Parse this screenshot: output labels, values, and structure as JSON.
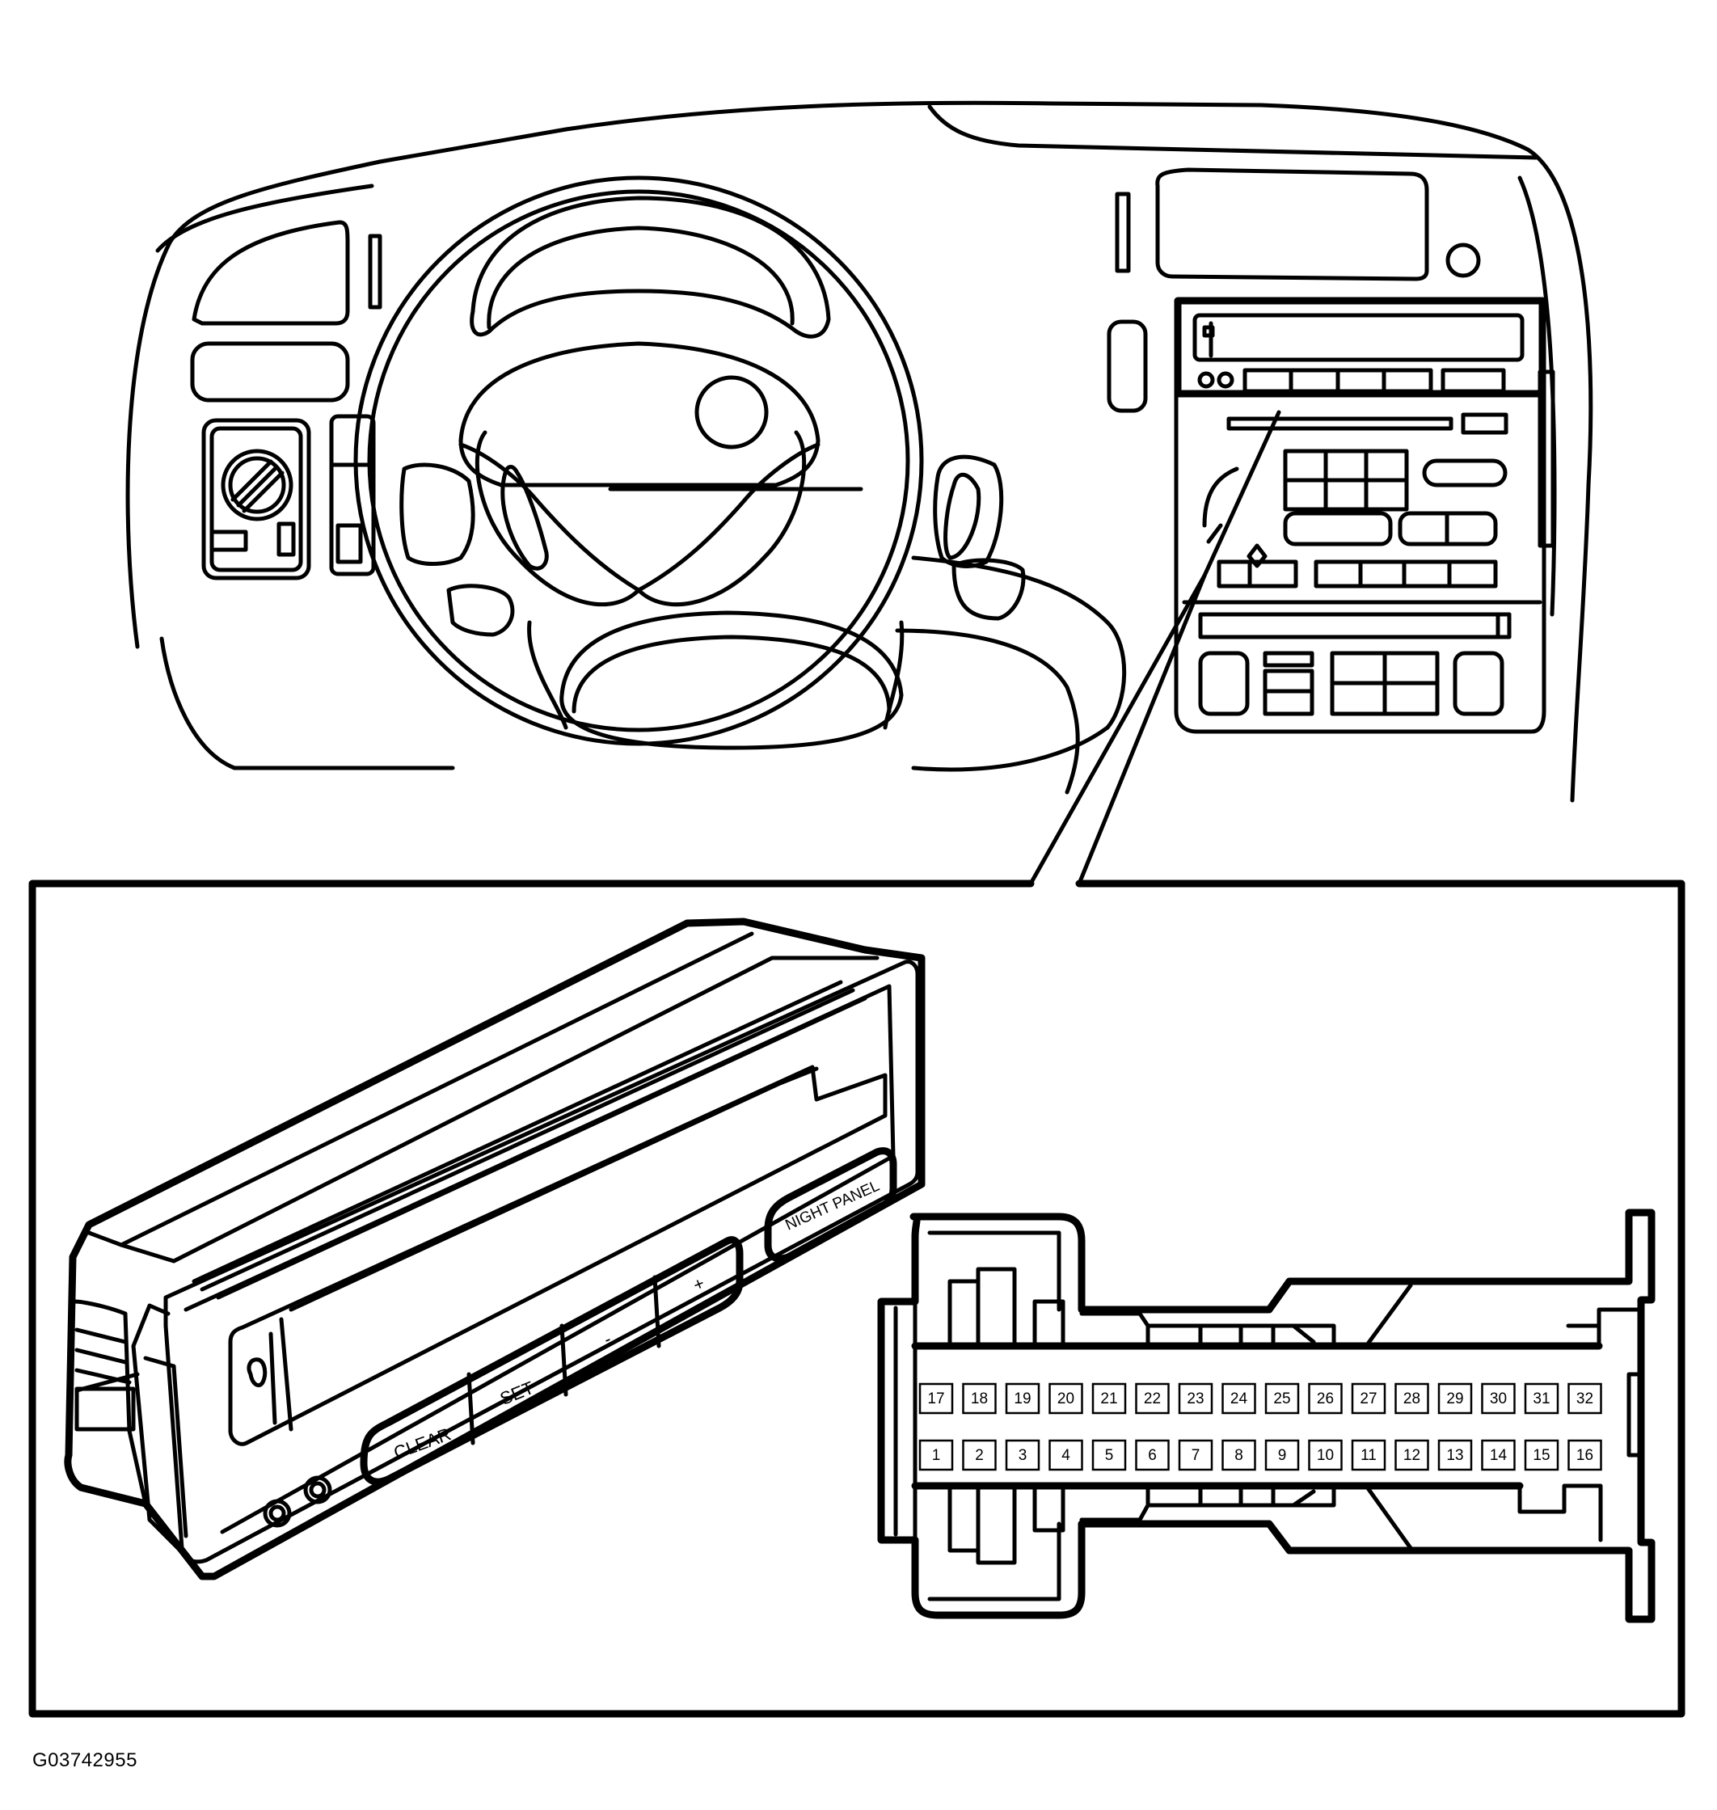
{
  "figure_code": "G03742955",
  "unit_buttons": {
    "clear": "CLEAR",
    "set": "SET",
    "minus": "-",
    "plus": "+",
    "night_panel": "NIGHT PANEL"
  },
  "connector": {
    "top_row": [
      "17",
      "18",
      "19",
      "20",
      "21",
      "22",
      "23",
      "24",
      "25",
      "26",
      "27",
      "28",
      "29",
      "30",
      "31",
      "32"
    ],
    "bottom_row": [
      "1",
      "2",
      "3",
      "4",
      "5",
      "6",
      "7",
      "8",
      "9",
      "10",
      "11",
      "12",
      "13",
      "14",
      "15",
      "16"
    ]
  }
}
